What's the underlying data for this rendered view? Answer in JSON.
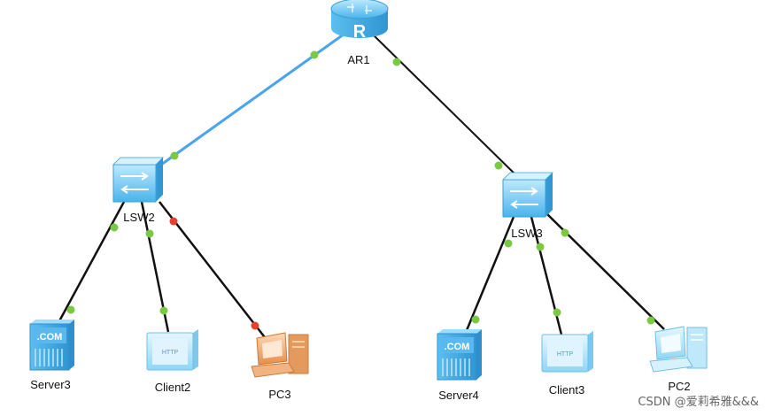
{
  "devices": {
    "ar1": "AR1",
    "lsw2": "LSW2",
    "lsw3": "LSW3",
    "server3": "Server3",
    "client2": "Client2",
    "pc3": "PC3",
    "server4": "Server4",
    "client3": "Client3",
    "pc2": "PC2"
  },
  "icons": {
    "router_glyph": "R",
    "server_text": ".COM",
    "client_text": "HTTP"
  },
  "links": [
    {
      "from": "AR1",
      "to": "LSW2",
      "color": "#4aa3ef",
      "status": [
        "up",
        "up"
      ]
    },
    {
      "from": "AR1",
      "to": "LSW3",
      "color": "#111111",
      "status": [
        "up",
        "up"
      ]
    },
    {
      "from": "LSW2",
      "to": "Server3",
      "color": "#111111",
      "status": [
        "up",
        "up"
      ]
    },
    {
      "from": "LSW2",
      "to": "Client2",
      "color": "#111111",
      "status": [
        "up",
        "up"
      ]
    },
    {
      "from": "LSW2",
      "to": "PC3",
      "color": "#111111",
      "status": [
        "down",
        "down"
      ]
    },
    {
      "from": "LSW3",
      "to": "Server4",
      "color": "#111111",
      "status": [
        "up",
        "up"
      ]
    },
    {
      "from": "LSW3",
      "to": "Client3",
      "color": "#111111",
      "status": [
        "up",
        "up"
      ]
    },
    {
      "from": "LSW3",
      "to": "PC2",
      "color": "#111111",
      "status": [
        "up",
        "up"
      ]
    }
  ],
  "colors": {
    "port_up": "#7ac943",
    "port_down": "#e8402f",
    "device_blue": "#6fc6f0",
    "pc_orange": "#f0a46a"
  },
  "watermark": "CSDN @爱莉希雅&&&"
}
